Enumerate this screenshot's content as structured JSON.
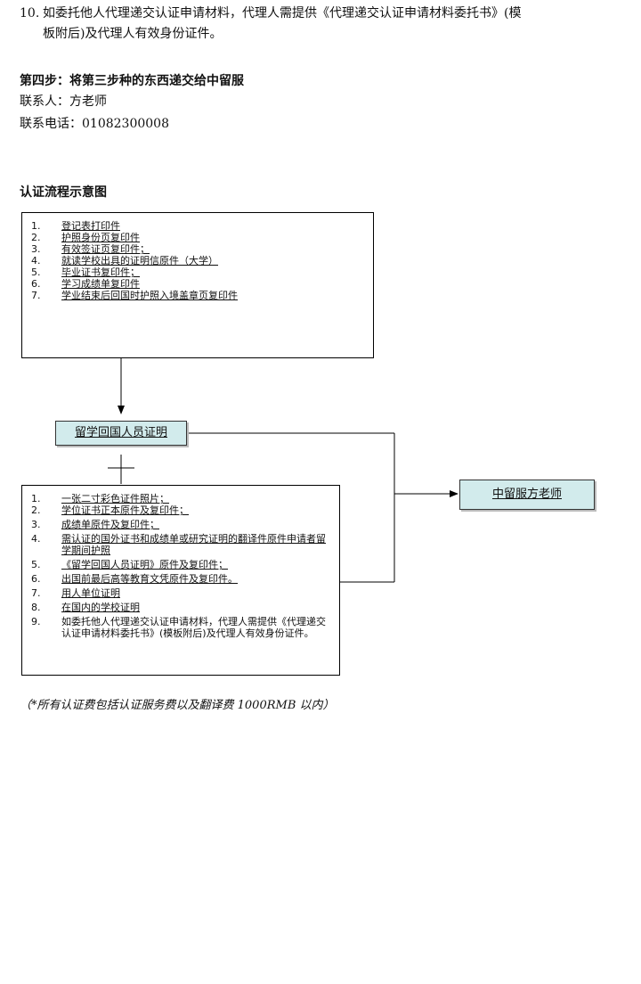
{
  "intro": {
    "item10_number": "10.",
    "item10_line1": "如委托他人代理递交认证申请材料，代理人需提供《代理递交认证申请材料委托书》(模",
    "item10_line2": "板附后)及代理人有效身份证件。"
  },
  "step4": {
    "title": "第四步：将第三步种的东西递交给中留服",
    "contact_person": "联系人：方老师",
    "contact_phone": "联系电话：01082300008"
  },
  "flowchart": {
    "title": "认证流程示意图",
    "box1_items": [
      {
        "num": "1.",
        "text": "登记表打印件"
      },
      {
        "num": "2.",
        "text": "护照身份页复印件"
      },
      {
        "num": "3.",
        "text": "有效签证页复印件；"
      },
      {
        "num": "4.",
        "text": "就读学校出具的证明信原件（大学）"
      },
      {
        "num": "5.",
        "text": "毕业证书复印件；"
      },
      {
        "num": "6.",
        "text": "学习成绩单复印件"
      },
      {
        "num": "7.",
        "text": "学业结束后回国时护照入境盖章页复印件"
      }
    ],
    "center_box_label": "留学回国人员证明",
    "right_box_label": "中留服方老师",
    "box2_items": [
      {
        "num": "1.",
        "text": "一张二寸彩色证件照片；"
      },
      {
        "num": "2.",
        "text": "学位证书正本原件及复印件；"
      },
      {
        "num": "3.",
        "text": "成绩单原件及复印件；"
      },
      {
        "num": "4.",
        "text": "需认证的国外证书和成绩单或研究证明的翻译件原件申请者留学期间护照"
      },
      {
        "num": "5.",
        "text": "《留学回国人员证明》原件及复印件；"
      },
      {
        "num": "6.",
        "text": "出国前最后高等教育文凭原件及复印件。"
      },
      {
        "num": "7.",
        "text": "用人单位证明"
      },
      {
        "num": "8.",
        "text": "在国内的学校证明"
      },
      {
        "num": "9.",
        "text": "如委托他人代理递交认证申请材料，代理人需提供《代理递交认证申请材料委托书》(模板附后)及代理人有效身份证件。"
      }
    ]
  },
  "footnote": "（*所有认证费包括认证服务费以及翻译费 1000RMB  以内）"
}
